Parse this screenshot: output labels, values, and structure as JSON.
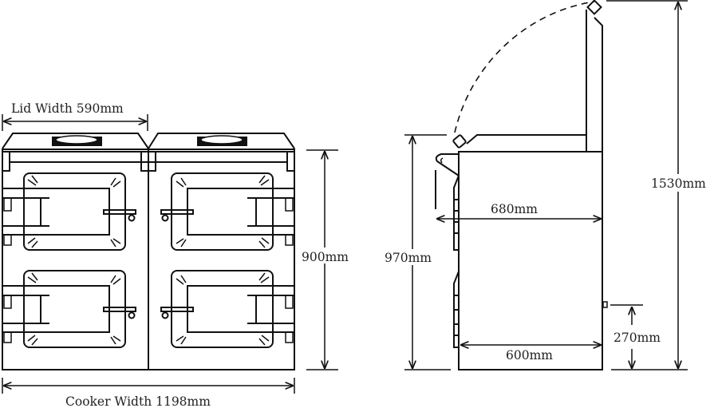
{
  "front_view": {
    "lid_width_label": "Lid Width 590mm",
    "cooker_width_label": "Cooker Width 1198mm",
    "height_label": "900mm"
  },
  "side_view": {
    "height_label": "970mm",
    "depth_with_rail_label": "680mm",
    "depth_label": "600mm",
    "flue_height_label": "270mm",
    "lid_open_height_label": "1530mm"
  }
}
